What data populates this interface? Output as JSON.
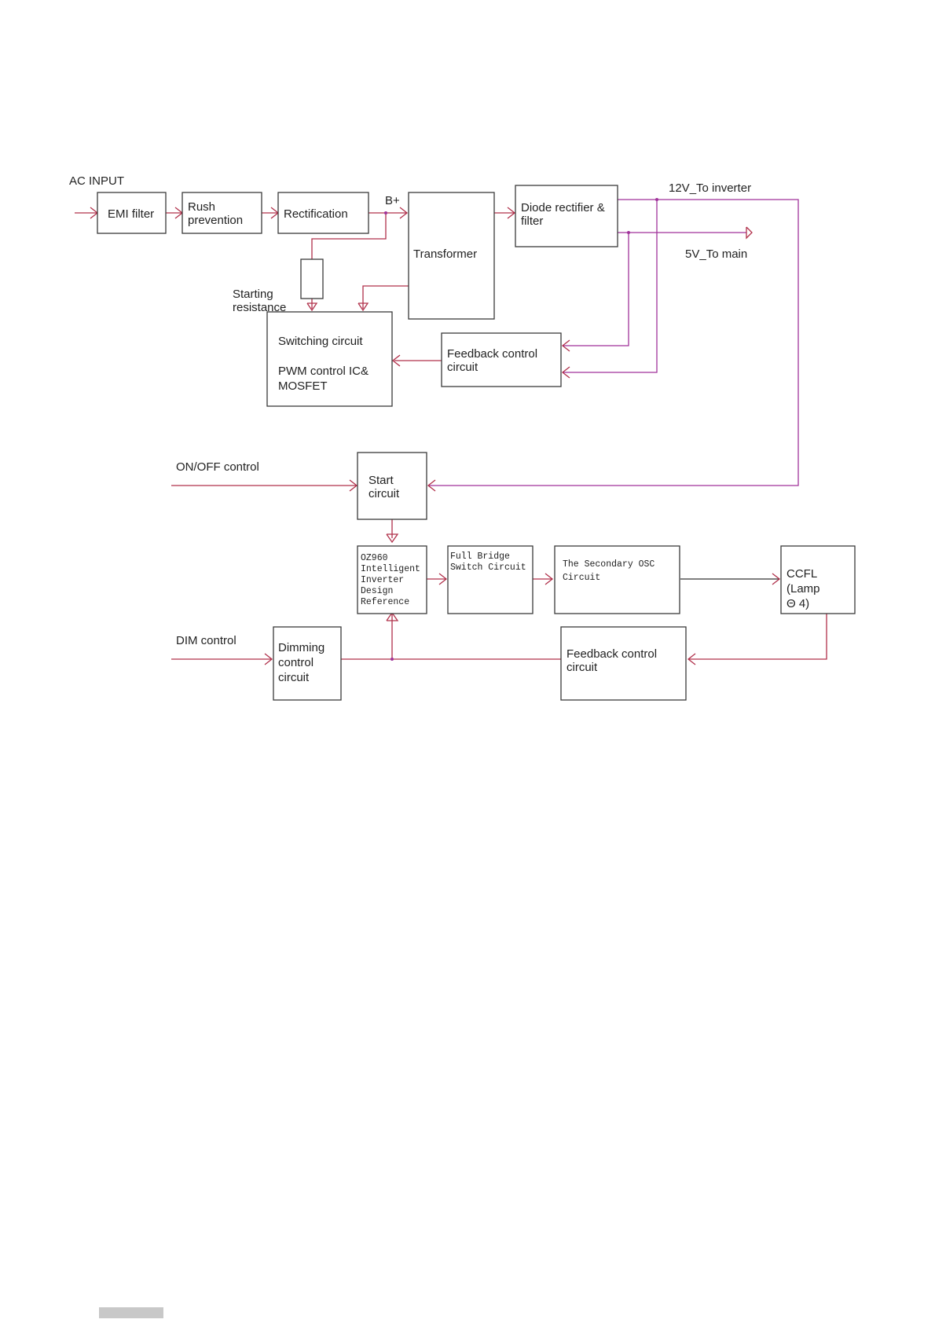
{
  "colors": {
    "wire_red": "#b0304a",
    "wire_magenta": "#a0329a",
    "wire_black": "#333333",
    "box_stroke": "#3a3a3a"
  },
  "labels": {
    "ac_input": "AC INPUT",
    "b_plus": "B+",
    "out_12v": "12V_To inverter",
    "out_5v": "5V_To main",
    "starting_resistance": [
      "Starting",
      "resistance"
    ],
    "on_off_control": "ON/OFF control",
    "dim_control": "DIM control"
  },
  "blocks": {
    "emi_filter": [
      "EMI filter"
    ],
    "rush_prevention": [
      "Rush",
      "prevention"
    ],
    "rectification": [
      "Rectification"
    ],
    "transformer": [
      "Transformer"
    ],
    "diode_rectifier": [
      "Diode rectifier &",
      "filter"
    ],
    "switching_circuit": [
      "Switching circuit",
      "",
      "PWM control IC&",
      "MOSFET"
    ],
    "feedback_top": [
      "Feedback control",
      "circuit"
    ],
    "start_circuit": [
      "Start",
      "circuit"
    ],
    "oz960": [
      "OZ960",
      "Intelligent",
      "Inverter",
      "Design",
      "Reference"
    ],
    "full_bridge": [
      "Full Bridge",
      "Switch Circuit"
    ],
    "secondary_osc": [
      "The Secondary OSC",
      "Circuit"
    ],
    "ccfl": [
      "CCFL",
      "(Lamp",
      "Θ 4)"
    ],
    "dimming": [
      "Dimming",
      "control",
      "circuit"
    ],
    "feedback_bottom": [
      "Feedback control",
      "circuit"
    ]
  }
}
